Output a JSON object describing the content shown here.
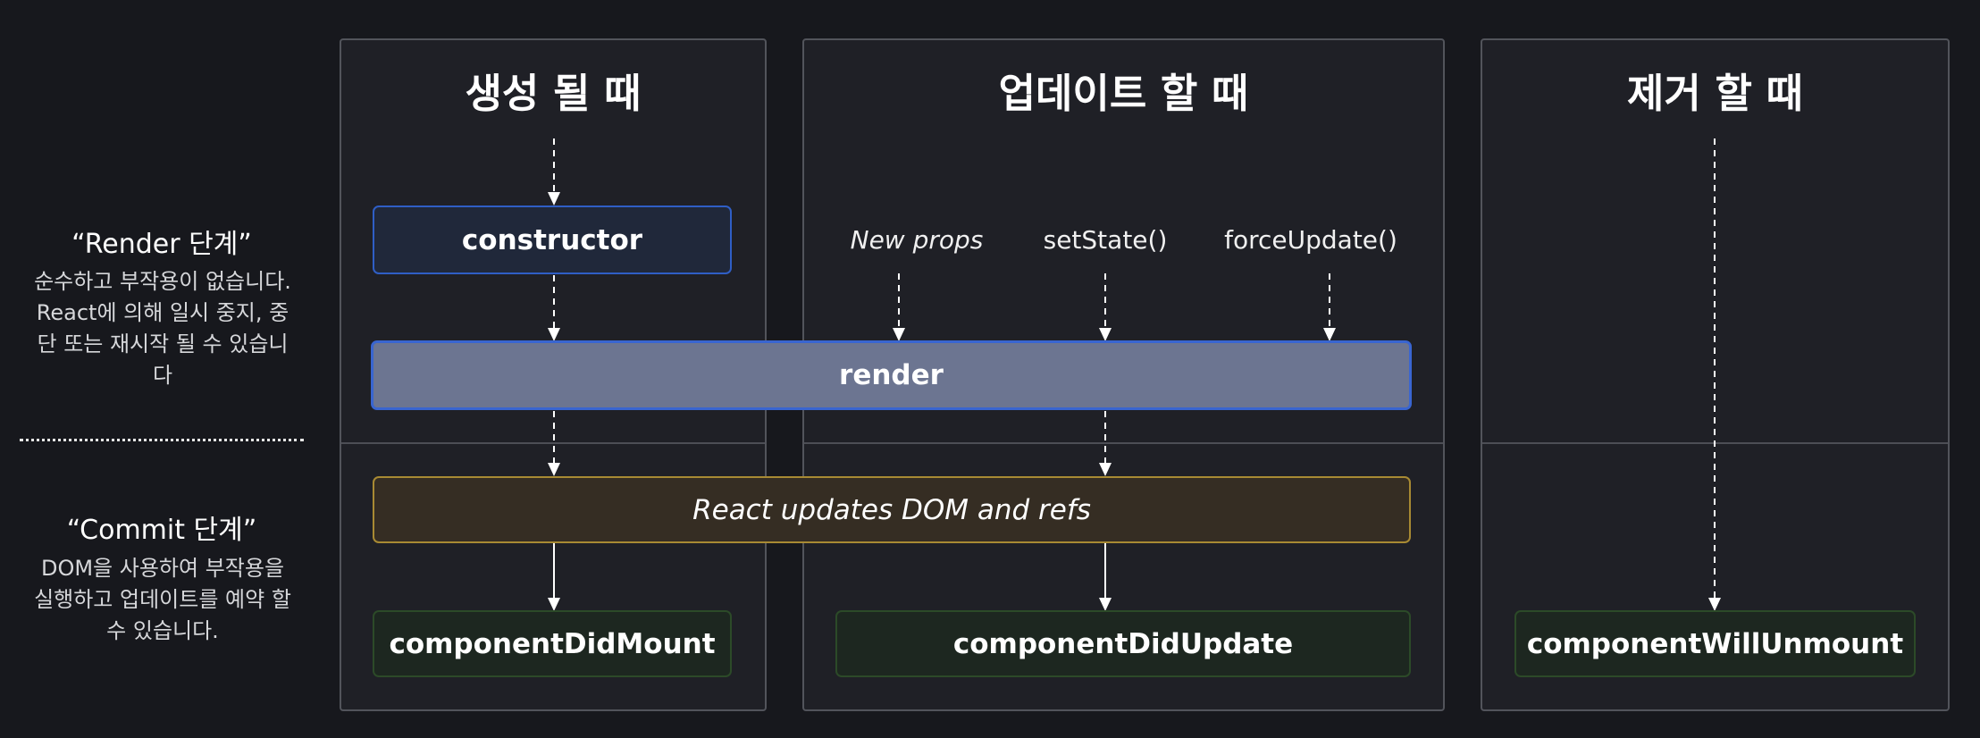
{
  "left": {
    "render_title": "“Render 단계”",
    "render_desc": "순수하고 부작용이 없습니다. React에 의해 일시 중지, 중단 또는 재시작 될 수 있습니다",
    "commit_title": "“Commit 단계”",
    "commit_desc": "DOM을 사용하여 부작용을 실행하고 업데이트를 예약 할 수 있습니다."
  },
  "columns": {
    "mount_title": "생성 될 때",
    "update_title": "업데이트 할 때",
    "unmount_title": "제거 할 때"
  },
  "triggers": {
    "new_props": "New props",
    "set_state": "setState()",
    "force_update": "forceUpdate()"
  },
  "boxes": {
    "constructor": "constructor",
    "render": "render",
    "commit": "React updates DOM and refs",
    "did_mount": "componentDidMount",
    "did_update": "componentDidUpdate",
    "will_unmount": "componentWillUnmount"
  },
  "colors": {
    "background": "#17181d",
    "panel": "#1f2026",
    "render_box": "#6c7591",
    "render_border": "#3965d0",
    "constructor_border": "#2f5ec5",
    "commit_box": "#352d23",
    "commit_border": "#a88a33",
    "lifecycle_box": "#1d2720",
    "lifecycle_border": "#2c4a28"
  }
}
